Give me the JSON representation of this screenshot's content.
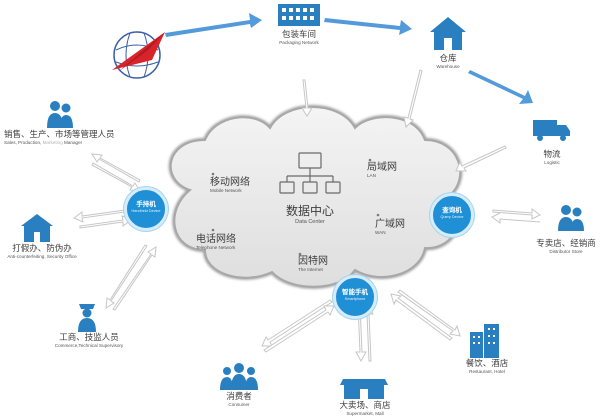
{
  "packaging": {
    "zh": "包装车间",
    "en": "Packaging Network"
  },
  "warehouse": {
    "zh": "仓库",
    "en": "Warehouse"
  },
  "logistic": {
    "zh": "物流",
    "en": "Logistic"
  },
  "distributor": {
    "zh": "专卖店、经销商",
    "en": "Distributor Store"
  },
  "restaurant": {
    "zh": "餐饮、酒店",
    "en": "Restaurant, Hotel"
  },
  "supermarket": {
    "zh": "大卖场、商店",
    "en": "Supermarket, Mall"
  },
  "consumer": {
    "zh": "消费者",
    "en": "Consumer"
  },
  "commerce": {
    "zh": "工商、技监人员",
    "en": "Commerce,Technical Supervisory"
  },
  "anti": {
    "zh": "打假办、防伪办",
    "en": "Anti-counterfeiting, Security Office"
  },
  "sales": {
    "zh": "销售、生产、市场等管理人员",
    "en_a": "Sales, Production,",
    "en_b": " Marketing",
    "en_c": " Manager"
  },
  "cloud": {
    "mobile": {
      "zh": "移动网络",
      "en": "Mobile Network"
    },
    "telephone": {
      "zh": "电话网络",
      "en": "Telephone Network"
    },
    "lan": {
      "zh": "局域网",
      "en": "LAN"
    },
    "wan": {
      "zh": "广域网",
      "en": "WAN"
    },
    "internet": {
      "zh": "因特网",
      "en": "The Internet"
    },
    "center": {
      "zh": "数据中心",
      "en": "Data Center"
    }
  },
  "handheld": {
    "zh": "手持机",
    "en": "Handheld Device"
  },
  "query": {
    "zh": "查询机",
    "en": "Query Device"
  },
  "smartphone": {
    "zh": "智能手机",
    "en": "Smartphone"
  },
  "colors": {
    "accent": "#1f8fd6",
    "icon": "#2a7fc1",
    "cloud": "#a9a9a9",
    "arrow_fill": "#ffffff",
    "arrow_stroke": "#c8c8c8",
    "flow": "#3f8fd6"
  }
}
